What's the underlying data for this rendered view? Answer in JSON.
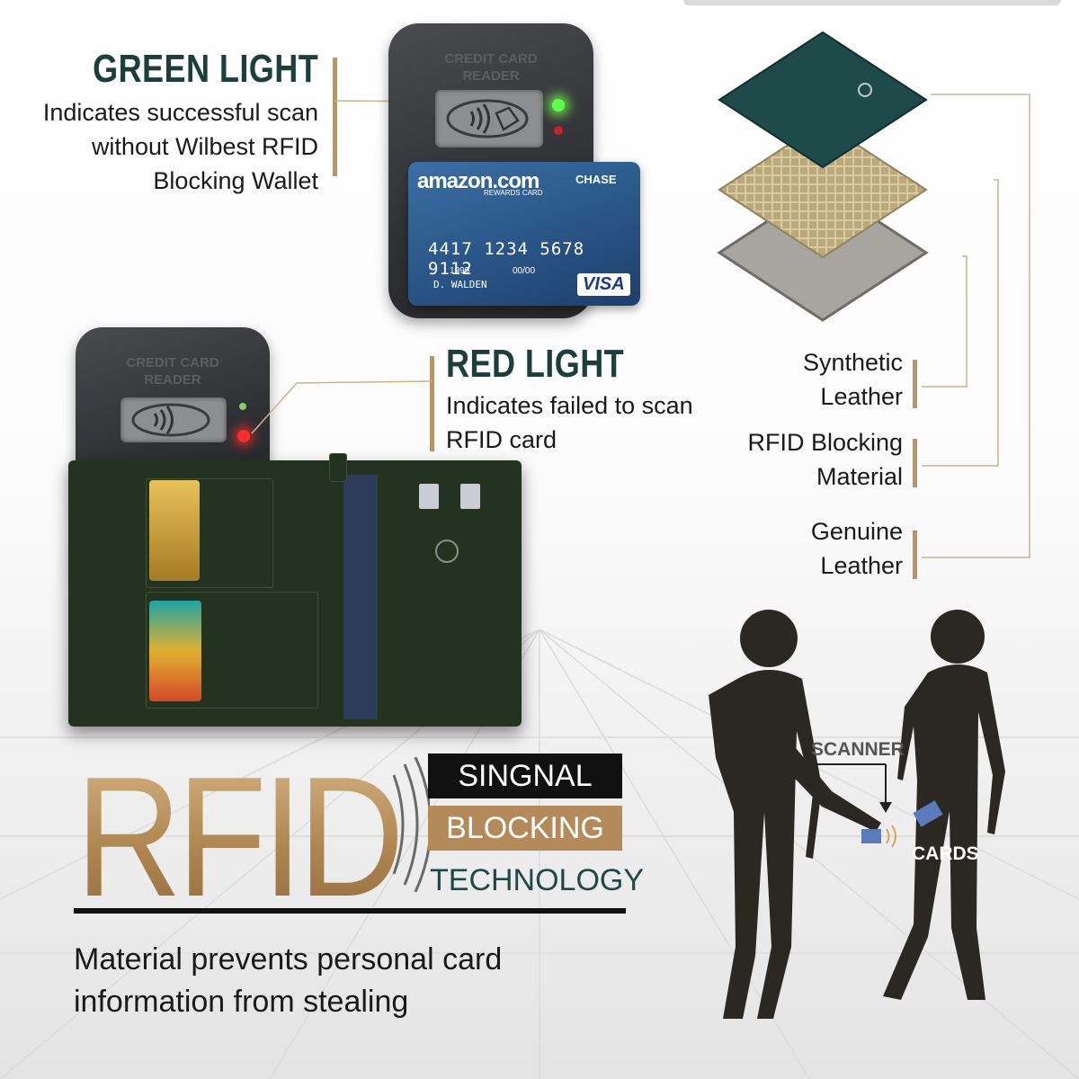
{
  "green_light": {
    "title": "GREEN LIGHT",
    "description": "Indicates successful scan\nwithout Wilbest RFID\nBlocking Wallet"
  },
  "red_light": {
    "title": "RED LIGHT",
    "description": "Indicates failed to scan\nRFID card"
  },
  "reader": {
    "label": "CREDIT CARD\nREADER"
  },
  "credit_card": {
    "brand": "amazon.com",
    "sub": "REWARDS CARD",
    "issuer": "CHASE",
    "number": "4417 1234 5678 9112",
    "valid": "1999",
    "expiry": "00/00",
    "holder": "D. WALDEN",
    "network": "VISA"
  },
  "layers": {
    "synthetic": "Synthetic\nLeather",
    "blocking": "RFID Blocking\nMaterial",
    "genuine": "Genuine\nLeather"
  },
  "rfid": {
    "big": "RFID",
    "tag1": "SINGNAL",
    "tag2": "BLOCKING",
    "tag3": "TECHNOLOGY",
    "description": "Material prevents personal card\ninformation from stealing"
  },
  "people": {
    "scanner": "SCANNER",
    "cards": "CARDS"
  },
  "colors": {
    "heading": "#1d3f3a",
    "gold": "#b3966a",
    "wallet": "#23331f",
    "layer_top": "#1f4a4a",
    "layer_middle": "#c9b98f",
    "layer_bottom": "#a8a5a0"
  }
}
